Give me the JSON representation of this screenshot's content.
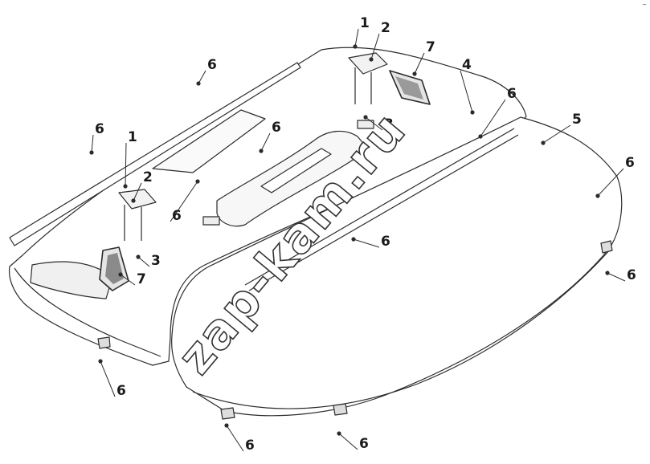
{
  "corner_mark": "~",
  "watermark": "zap-kam.ru",
  "callouts": [
    {
      "label": "1"
    },
    {
      "label": "2"
    },
    {
      "label": "6"
    },
    {
      "label": "7"
    },
    {
      "label": "4"
    },
    {
      "label": "6"
    },
    {
      "label": "3"
    },
    {
      "label": "5"
    },
    {
      "label": "6"
    },
    {
      "label": "6"
    },
    {
      "label": "1"
    },
    {
      "label": "6"
    },
    {
      "label": "2"
    },
    {
      "label": "6"
    },
    {
      "label": "6"
    },
    {
      "label": "3"
    },
    {
      "label": "7"
    },
    {
      "label": "6"
    },
    {
      "label": "6"
    },
    {
      "label": "6"
    },
    {
      "label": "6"
    }
  ],
  "colors": {
    "line": "#2b2b2b",
    "fill": "#ffffff",
    "shade": "#f0f0f0",
    "dark": "#555555"
  }
}
